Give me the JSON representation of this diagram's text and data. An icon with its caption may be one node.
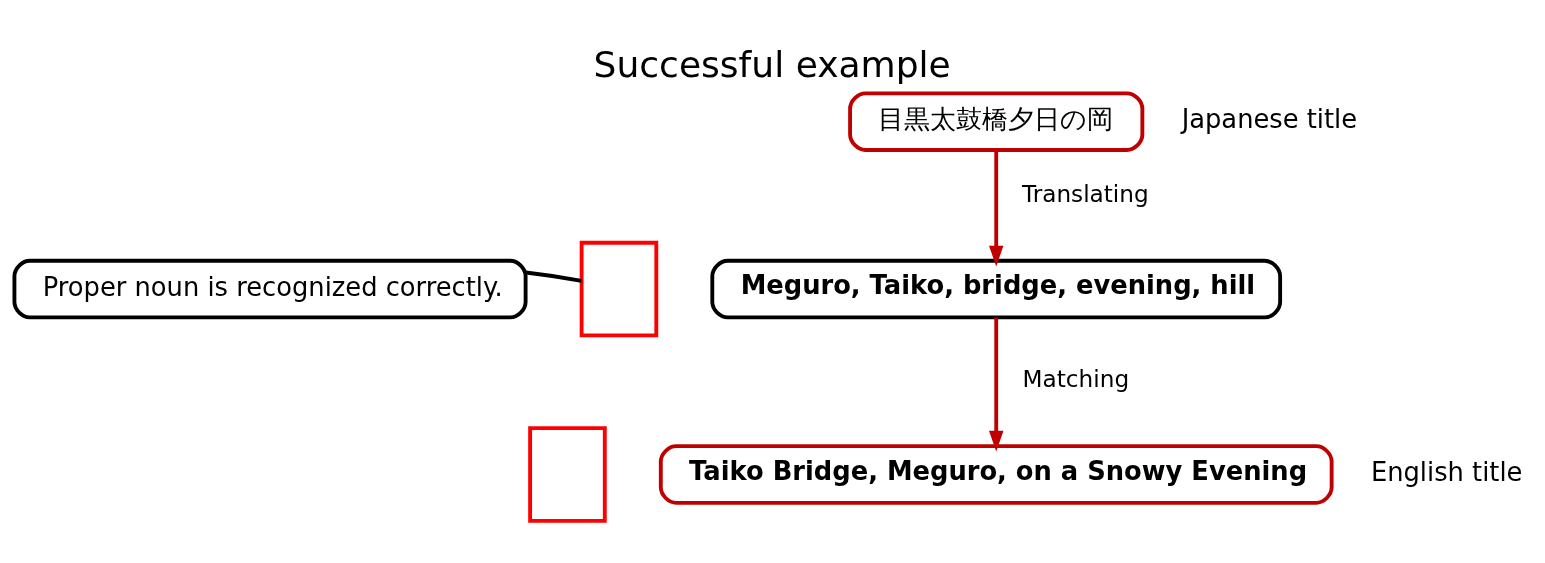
{
  "diagram": {
    "title": "Successful example",
    "nodes": [
      {
        "text": [
          "目黒太鼓橋夕日の岡"
        ],
        "beside": [
          "Japanese title"
        ]
      },
      {
        "text": [
          "Meguro, Taiko, bridge, evening, hill"
        ]
      },
      {
        "text": [
          "Taiko Bridge, Meguro, on a Snowy Evening"
        ],
        "beside": [
          "English title"
        ]
      },
      {
        "text": [
          "Proper noun is recognized correctly."
        ]
      },
      {
        "text": [],
        "shape": "box"
      },
      {
        "text": [],
        "shape": "box"
      }
    ],
    "edges": [
      {
        "from": 0,
        "to": 1,
        "arrow": "to",
        "label": "Translating"
      },
      {
        "from": 1,
        "to": 2,
        "arrow": "to",
        "label": "Matching"
      },
      {
        "from": 3,
        "to": 4,
        "arrow": "none",
        "color": "#000000"
      }
    ]
  }
}
